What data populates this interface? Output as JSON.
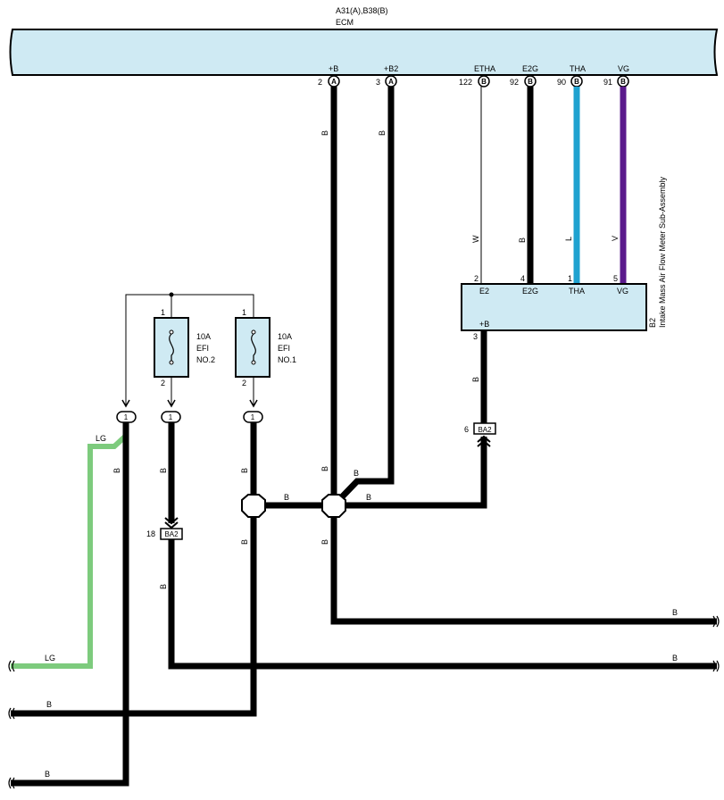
{
  "ecm": {
    "connector_label": "A31(A),B38(B)",
    "name": "ECM",
    "pins": [
      {
        "pin_no": "2",
        "letter": "A",
        "name": "+B",
        "wire": "B"
      },
      {
        "pin_no": "3",
        "letter": "A",
        "name": "+B2",
        "wire": "B"
      },
      {
        "pin_no": "122",
        "letter": "B",
        "name": "ETHA",
        "wire": "W"
      },
      {
        "pin_no": "92",
        "letter": "B",
        "name": "E2G",
        "wire": "B"
      },
      {
        "pin_no": "90",
        "letter": "B",
        "name": "THA",
        "wire": "L"
      },
      {
        "pin_no": "91",
        "letter": "B",
        "name": "VG",
        "wire": "V"
      }
    ]
  },
  "maf": {
    "code": "B2",
    "name": "Intake Mass Air Flow Meter Sub-Assembly",
    "pins": [
      {
        "pin_no": "2",
        "name": "E2"
      },
      {
        "pin_no": "4",
        "name": "E2G"
      },
      {
        "pin_no": "1",
        "name": "THA"
      },
      {
        "pin_no": "5",
        "name": "VG"
      }
    ],
    "bottom_pin": {
      "pin_no": "3",
      "name": "+B"
    }
  },
  "fuses": [
    {
      "rating": "10A",
      "line1": "EFI",
      "line2": "NO.2",
      "pin_top": "1",
      "pin_bottom": "2"
    },
    {
      "rating": "10A",
      "line1": "EFI",
      "line2": "NO.1",
      "pin_top": "1",
      "pin_bottom": "2"
    }
  ],
  "junction_pin": "1",
  "connectors": {
    "ba2_left": {
      "name": "BA2",
      "pin": "18"
    },
    "ba2_right": {
      "name": "BA2",
      "pin": "6"
    }
  },
  "wire_labels": {
    "black": "B",
    "light_green": "LG",
    "white": "W",
    "blue": "L",
    "violet": "V"
  },
  "colors": {
    "black": "#000000",
    "light_green": "#7dcb7d",
    "blue": "#1fa2d0",
    "violet": "#5b1a8c",
    "box_fill": "#cfeaf3"
  }
}
